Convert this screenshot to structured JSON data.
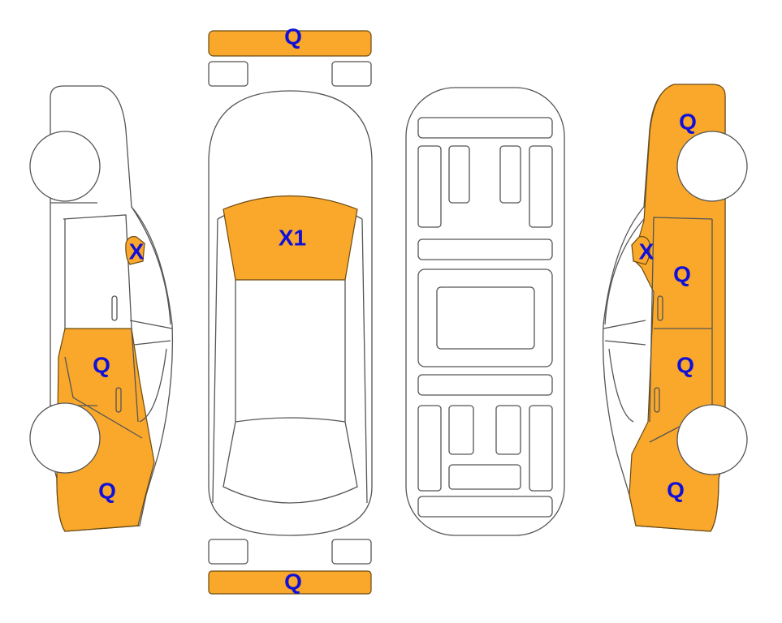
{
  "colors": {
    "damage_fill": "#F9A82B",
    "label_color": "#1010d8",
    "outline": "#555555"
  },
  "marks": {
    "front_bumper": "Q",
    "windshield": "X1",
    "rear_bumper": "Q",
    "left_mirror": "X",
    "left_rear_door": "Q",
    "left_front_fender": "Q",
    "right_rear_quarter": "Q",
    "right_mirror": "X",
    "right_front_door": "Q",
    "right_rear_door": "Q",
    "right_front_fender": "Q"
  }
}
